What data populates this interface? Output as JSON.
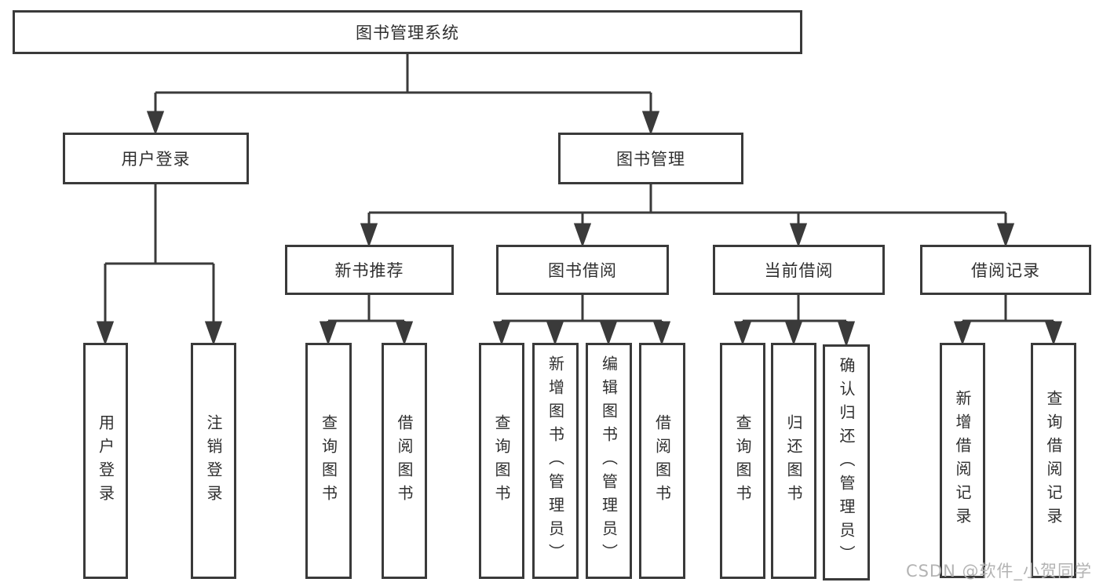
{
  "title": "图书管理系统",
  "tree": {
    "root": "图书管理系统",
    "level2": {
      "user_login": "用户登录",
      "book_management": "图书管理"
    },
    "user_login_children": [
      "用户登录",
      "注销登录"
    ],
    "book_management_children": [
      {
        "label": "新书推荐",
        "children": [
          "查询图书",
          "借阅图书"
        ]
      },
      {
        "label": "图书借阅",
        "children": [
          "查询图书",
          "新增图书（管理员）",
          "编辑图书（管理员）",
          "借阅图书"
        ]
      },
      {
        "label": "当前借阅",
        "children": [
          "查询图书",
          "归还图书",
          "确认归还（管理员）"
        ]
      },
      {
        "label": "借阅记录",
        "children": [
          "新增借阅记录",
          "查询借阅记录"
        ]
      }
    ]
  },
  "watermark": "CSDN @软件_小贺同学",
  "colors": {
    "line": "#3a3a3a",
    "text": "#2f2f2f",
    "watermark": "#b3b3b3",
    "background": "#ffffff"
  }
}
